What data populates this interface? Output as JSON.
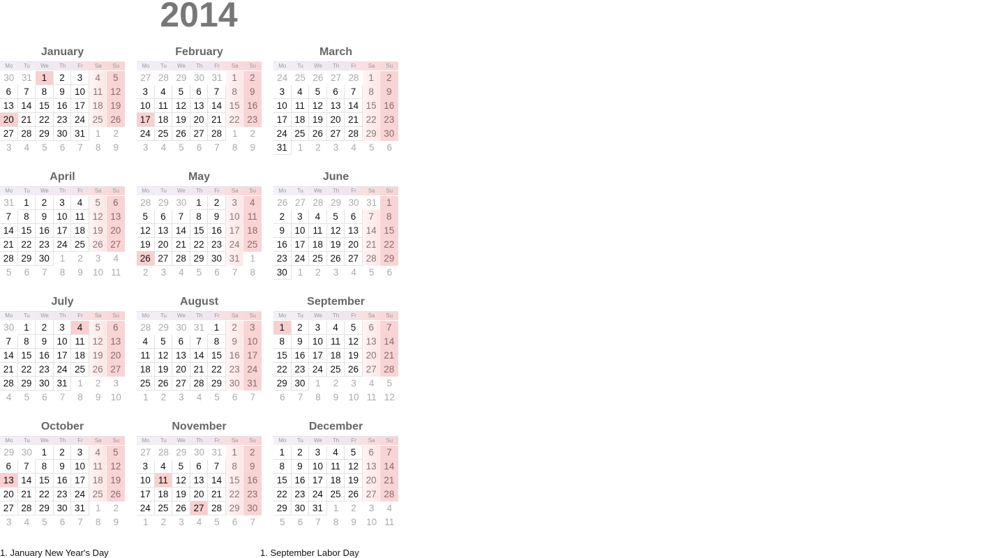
{
  "year": "2014",
  "weekdays": [
    "Mo",
    "Tu",
    "We",
    "Th",
    "Fr",
    "Sa",
    "Su"
  ],
  "months": [
    {
      "name": "January",
      "lead": [
        30,
        31
      ],
      "days": 31,
      "trail": [
        1,
        2,
        3,
        4,
        5,
        6,
        7,
        8,
        9
      ],
      "holidays": [
        1,
        20
      ]
    },
    {
      "name": "February",
      "lead": [
        27,
        28,
        29,
        30,
        31
      ],
      "days": 28,
      "trail": [
        1,
        2,
        3,
        4,
        5,
        6,
        7,
        8,
        9
      ],
      "holidays": [
        17
      ]
    },
    {
      "name": "March",
      "lead": [
        24,
        25,
        26,
        27,
        28
      ],
      "days": 31,
      "trail": [
        1,
        2,
        3,
        4,
        5,
        6
      ],
      "holidays": []
    },
    {
      "name": "April",
      "lead": [
        31
      ],
      "days": 30,
      "trail": [
        1,
        2,
        3,
        4,
        5,
        6,
        7,
        8,
        9,
        10,
        11
      ],
      "holidays": []
    },
    {
      "name": "May",
      "lead": [
        28,
        29,
        30
      ],
      "days": 31,
      "trail": [
        1,
        2,
        3,
        4,
        5,
        6,
        7,
        8
      ],
      "holidays": [
        26
      ]
    },
    {
      "name": "June",
      "lead": [
        26,
        27,
        28,
        29,
        30,
        31
      ],
      "days": 30,
      "trail": [
        1,
        2,
        3,
        4,
        5,
        6
      ],
      "holidays": []
    },
    {
      "name": "July",
      "lead": [
        30
      ],
      "days": 31,
      "trail": [
        1,
        2,
        3,
        4,
        5,
        6,
        7,
        8,
        9,
        10
      ],
      "holidays": [
        4
      ]
    },
    {
      "name": "August",
      "lead": [
        28,
        29,
        30,
        31
      ],
      "days": 31,
      "trail": [
        1,
        2,
        3,
        4,
        5,
        6,
        7
      ],
      "holidays": []
    },
    {
      "name": "September",
      "lead": [],
      "days": 30,
      "trail": [
        1,
        2,
        3,
        4,
        5,
        6,
        7,
        8,
        9,
        10,
        11,
        12
      ],
      "holidays": [
        1
      ]
    },
    {
      "name": "October",
      "lead": [
        29,
        30
      ],
      "days": 31,
      "trail": [
        1,
        2,
        3,
        4,
        5,
        6,
        7,
        8,
        9
      ],
      "holidays": [
        13
      ]
    },
    {
      "name": "November",
      "lead": [
        27,
        28,
        29,
        30,
        31
      ],
      "days": 30,
      "trail": [
        1,
        2,
        3,
        4,
        5,
        6,
        7
      ],
      "holidays": [
        11,
        27
      ]
    },
    {
      "name": "December",
      "lead": [],
      "days": 31,
      "trail": [
        1,
        2,
        3,
        4,
        5,
        6,
        7,
        8,
        9,
        10,
        11
      ],
      "holidays": []
    }
  ],
  "notes": [
    "1. January New Year's Day",
    "1. September Labor Day"
  ],
  "colors": {
    "sunday": "#f9d4d4",
    "saturday": "#fde6e6",
    "holiday": "#f9cfd0"
  }
}
